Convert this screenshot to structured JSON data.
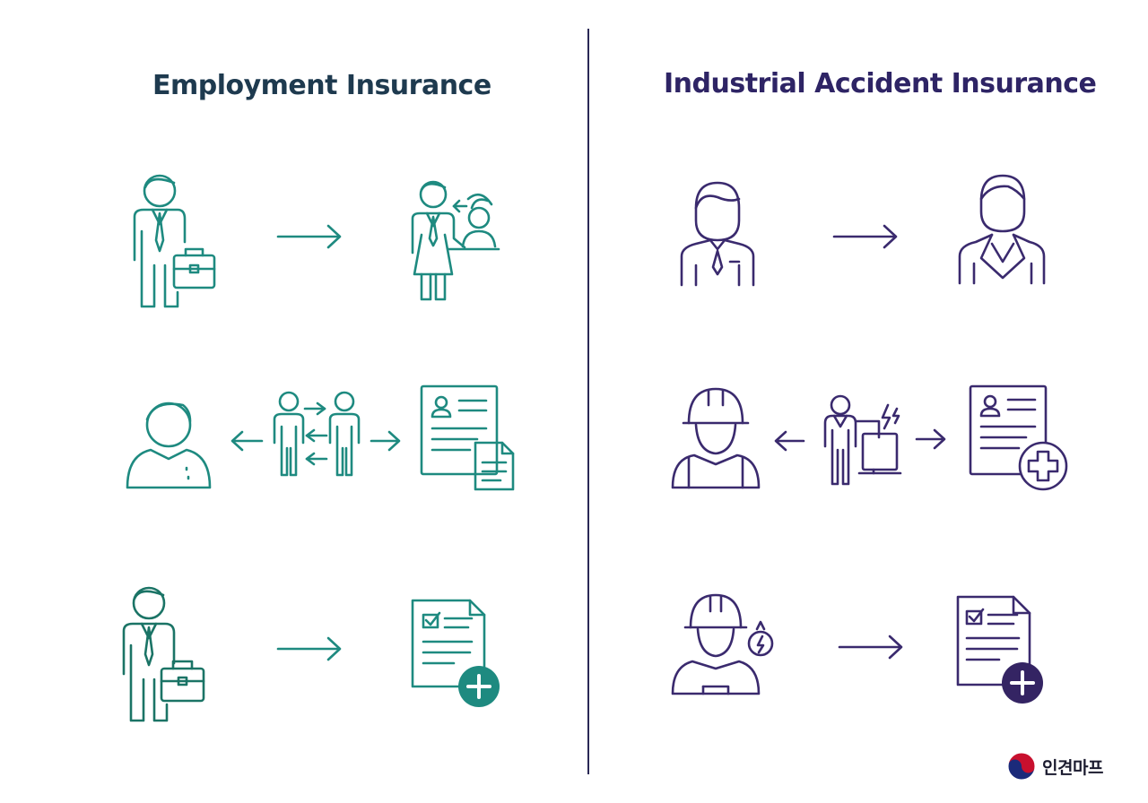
{
  "panels": {
    "left": {
      "title": "Employment Insurance",
      "color": "#1e8a80"
    },
    "right": {
      "title": "Industrial Accident Insurance",
      "color": "#3a2a6e"
    }
  },
  "logo": {
    "text": "인견마프"
  },
  "icons": {
    "left": [
      [
        "businessman-briefcase-icon",
        "arrow-right-icon",
        "job-counselor-icon"
      ],
      [
        "job-seeker-icon",
        "arrow-left-icon",
        "people-exchange-icon",
        "arrow-right-icon",
        "application-documents-icon"
      ],
      [
        "businessman-briefcase-icon",
        "arrow-right-icon",
        "checklist-document-plus-icon"
      ]
    ],
    "right": [
      [
        "worker-icon",
        "arrow-right-icon",
        "business-woman-icon"
      ],
      [
        "hard-hat-worker-icon",
        "arrow-left-icon",
        "electric-hazard-worker-icon",
        "arrow-right-icon",
        "medical-claim-form-icon"
      ],
      [
        "injured-worker-icon",
        "arrow-right-icon",
        "checklist-document-plus-icon"
      ]
    ]
  }
}
